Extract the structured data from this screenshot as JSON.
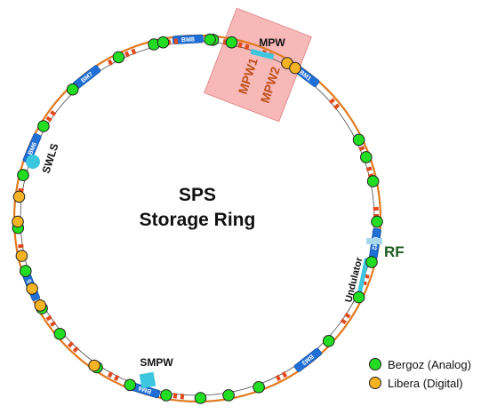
{
  "title": {
    "line1": "SPS",
    "line2": "Storage Ring"
  },
  "magnets": [
    "BM1",
    "BM2",
    "BM3",
    "BM4",
    "BM5",
    "BM6",
    "BM7",
    "BM8"
  ],
  "insertion_devices": {
    "mpw": "MPW",
    "mpw1": "MPW1",
    "mpw2": "MPW2",
    "swls": "SWLS",
    "smpw": "SMPW",
    "undulator": "Undulator",
    "rf": "RF"
  },
  "legend": {
    "bergoz": "Bergoz (Analog)",
    "libera": "Libera (Digital)"
  },
  "colors": {
    "ring_orange": "#e07a1f",
    "magnet_blue": "#1f6fd6",
    "bergoz_green": "#22dd22",
    "libera_orange": "#f5b324",
    "highlight_pink": "#f7b8b8",
    "cyan_device": "#3cc7de",
    "rf_green": "#1d5c1d",
    "mpw_label_orange": "#c0501a"
  }
}
